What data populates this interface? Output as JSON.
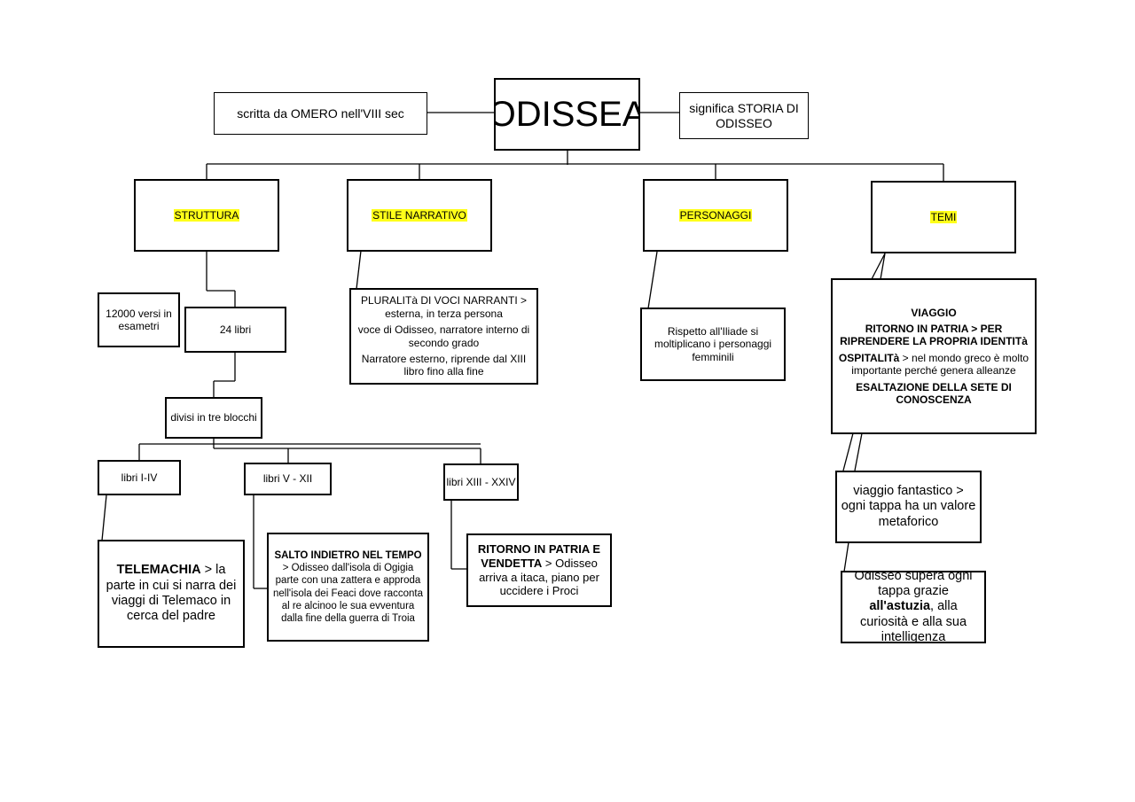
{
  "title": "ODISSEA",
  "author_box": "scritta da OMERO nell'VIII sec",
  "meaning_box": "significa STORIA DI ODISSEO",
  "branches": {
    "struttura": "STRUTTURA",
    "stile": "STILE NARRATIVO",
    "personaggi": "PERSONAGGI",
    "temi": "TEMI"
  },
  "struttura": {
    "versi": "12000 versi in esametri",
    "libri": "24 libri",
    "blocchi": "divisi in tre blocchi",
    "blocks": [
      {
        "label": "libri I-IV",
        "desc_bold": "TELEMACHIA",
        "desc_rest": " > la parte in cui si narra dei viaggi di Telemaco in cerca del padre"
      },
      {
        "label": "libri V - XII",
        "desc_bold": "SALTO INDIETRO NEL TEMPO",
        "desc_rest": " > Odisseo dall'isola di Ogigia parte con una zattera e approda nell'isola dei Feaci dove racconta al re alcinoo le sua evventura dalla fine della guerra di Troia"
      },
      {
        "label": "libri XIII - XXIV",
        "desc_bold": "RITORNO IN PATRIA E VENDETTA",
        "desc_rest": " > Odisseo arriva a itaca, piano per uccidere i Proci"
      }
    ]
  },
  "stile": {
    "lines": [
      "PLURALITà DI VOCI NARRANTI > esterna, in terza persona",
      "voce di Odisseo, narratore interno di secondo grado",
      "Narratore esterno, riprende dal XIII libro fino alla fine"
    ]
  },
  "personaggi": {
    "text": "Rispetto all'Iliade si moltiplicano i personaggi femminili"
  },
  "temi": {
    "viaggio": "VIAGGIO",
    "ritorno": "RITORNO IN PATRIA > PER RIPRENDERE LA PROPRIA IDENTITà",
    "ospitalita_bold": "OSPITALITà",
    "ospitalita_rest": " > nel mondo greco è molto importante perché genera alleanze",
    "esaltazione": "ESALTAZIONE DELLA SETE DI CONOSCENZA",
    "fantastico": "viaggio fantastico > ogni tappa ha un valore metaforico",
    "astuzia_pre": "Odisseo supera ogni tappa grazie ",
    "astuzia_bold": "all'astuzia",
    "astuzia_post": ", alla curiosità e alla sua intelligenza"
  }
}
